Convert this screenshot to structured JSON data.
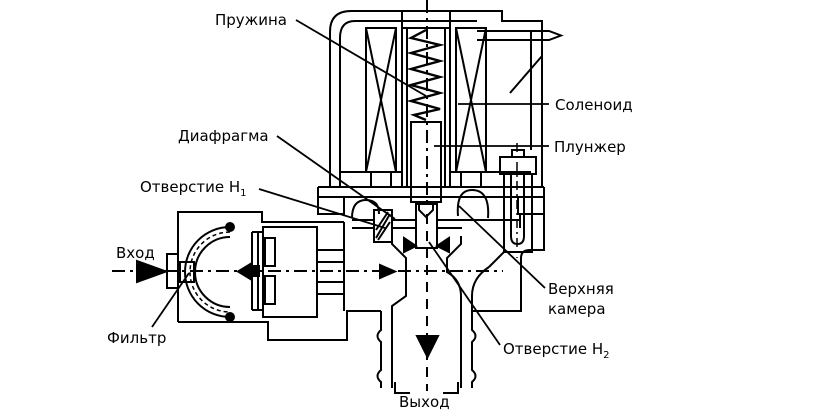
{
  "diagram": {
    "type": "technical-cross-section",
    "subject": "solenoid-valve",
    "colors": {
      "ink": "#000000",
      "paper": "#ffffff"
    },
    "labels": {
      "spring": "Пружина",
      "solenoid": "Соленоид",
      "plunger": "Плунжер",
      "diaphragm": "Диафрагма",
      "hole_h1": {
        "main": "Отверстие H",
        "sub": "1"
      },
      "inlet": "Вход",
      "filter": "Фильтр",
      "upper_chamber": "Верхняя\nкамера",
      "hole_h2": {
        "main": "Отверстие H",
        "sub": "2"
      },
      "outlet": "Выход"
    }
  }
}
